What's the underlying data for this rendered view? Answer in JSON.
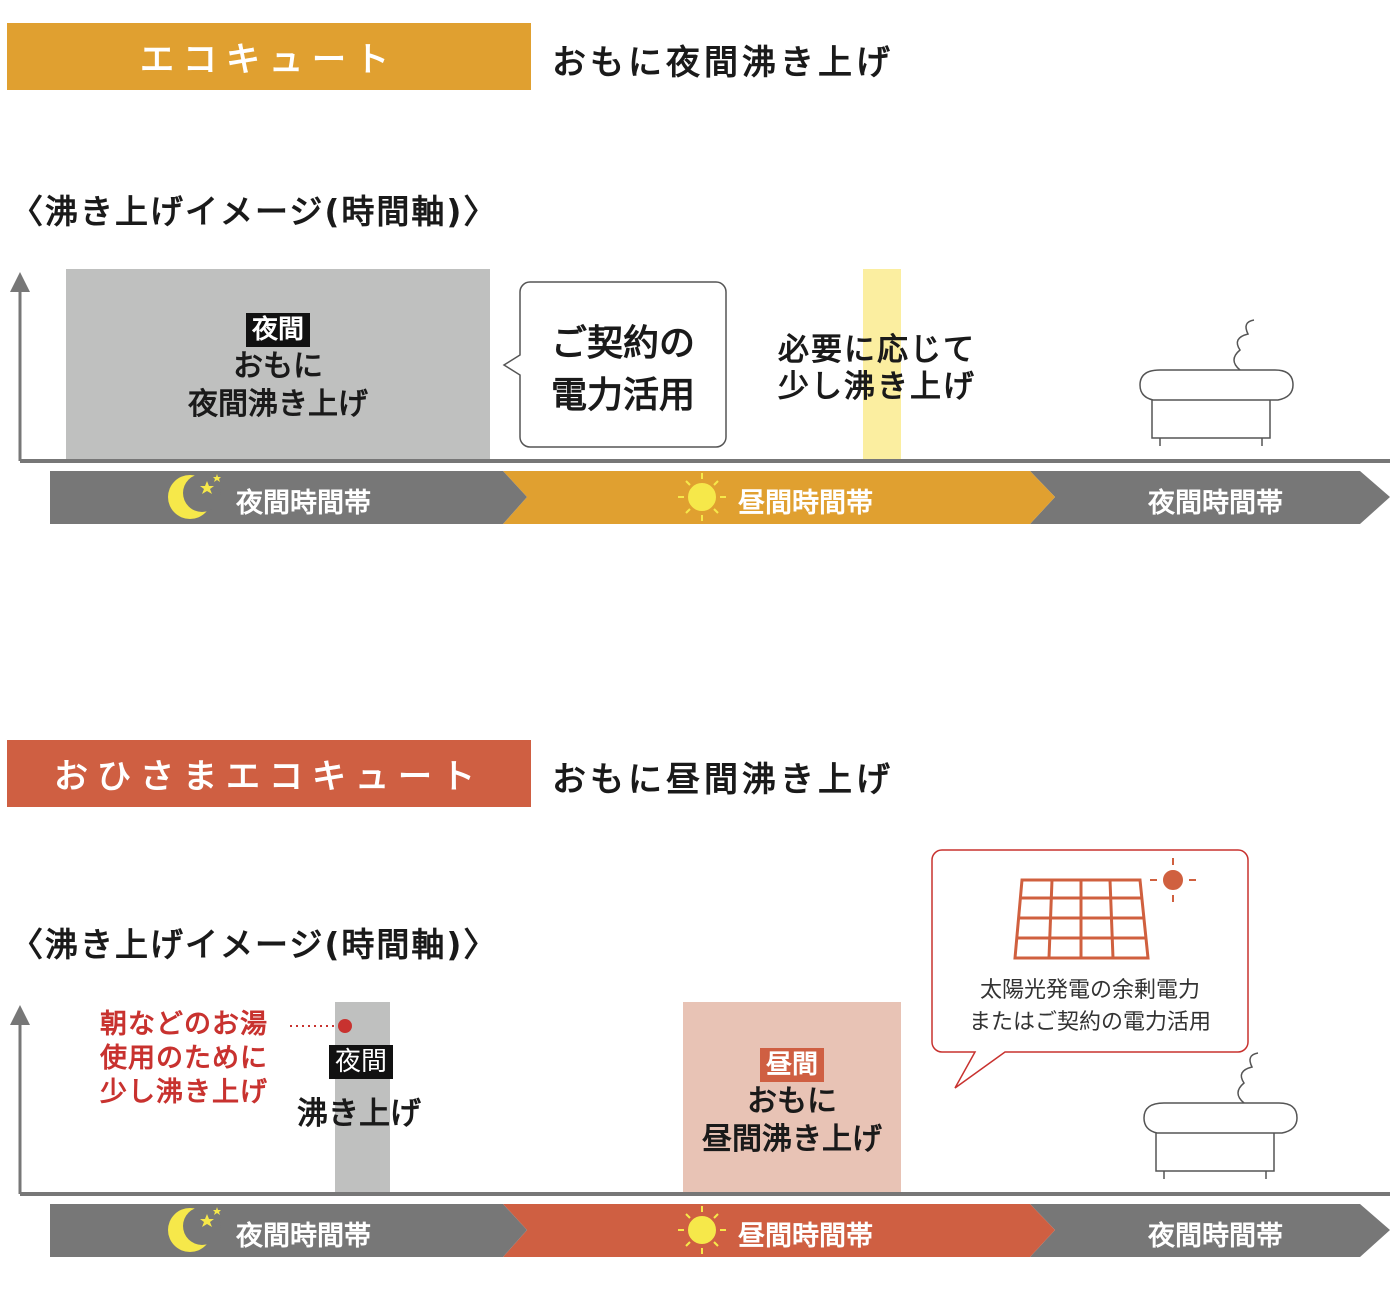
{
  "colors": {
    "eco": "#E0A030",
    "ohisama": "#CF5F42",
    "gray_band": "#777777",
    "night_block": "#BFC0BF",
    "day_block": "#E8C3B5",
    "yellow_strip": "#FBEEA0",
    "red_text": "#C8322F"
  },
  "eco": {
    "header": "エコキュート",
    "subtitle": "おもに夜間沸き上げ",
    "title": "〈沸き上げイメージ(時間軸)〉",
    "night_block": {
      "tag": "夜間",
      "line1": "おもに",
      "line2": "夜間沸き上げ"
    },
    "bubble": {
      "line1": "ご契約の",
      "line2": "電力活用"
    },
    "note": {
      "line1": "必要に応じて",
      "line2": "少し沸き上げ"
    },
    "band": {
      "night1": "夜間時間帯",
      "day": "昼間時間帯",
      "night2": "夜間時間帯"
    }
  },
  "ohisama": {
    "header": "おひさまエコキュート",
    "subtitle": "おもに昼間沸き上げ",
    "title": "〈沸き上げイメージ(時間軸)〉",
    "morning_note": {
      "line1": "朝などのお湯",
      "line2": "使用のために",
      "line3": "少し沸き上げ"
    },
    "night_block": {
      "tag": "夜間",
      "label": "沸き上げ"
    },
    "day_block": {
      "tag": "昼間",
      "line1": "おもに",
      "line2": "昼間沸き上げ"
    },
    "bubble": {
      "line1": "太陽光発電の余剰電力",
      "line2": "またはご契約の電力活用"
    },
    "band": {
      "night1": "夜間時間帯",
      "day": "昼間時間帯",
      "night2": "夜間時間帯"
    }
  }
}
